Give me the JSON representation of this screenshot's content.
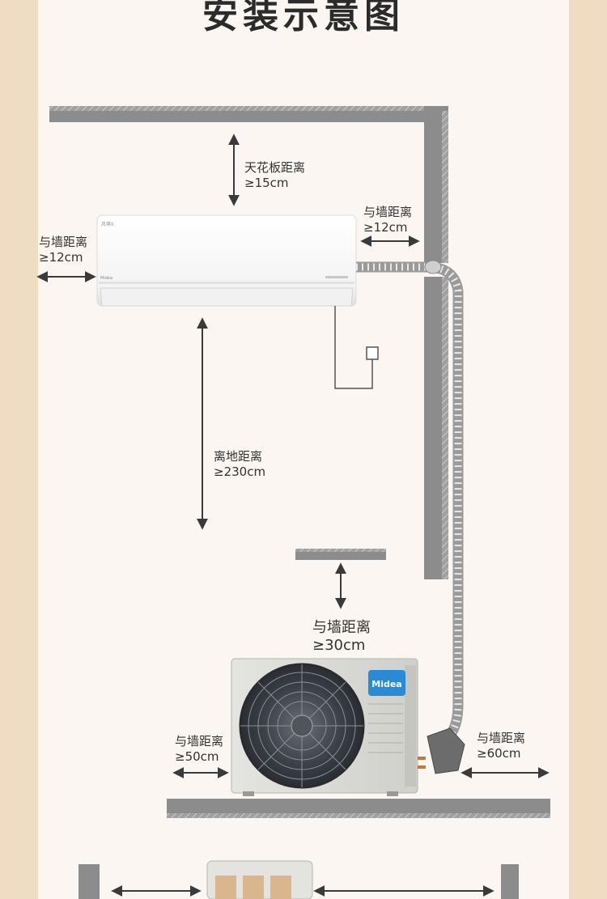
{
  "title": "安装示意图",
  "brand": "Midea",
  "indoor_unit": {
    "model_label": "风尊II"
  },
  "labels": {
    "ceiling": {
      "line1": "天花板距离",
      "line2": "≥15cm"
    },
    "indoor_right_wall": {
      "line1": "与墙距离",
      "line2": "≥12cm"
    },
    "indoor_left_wall": {
      "line1": "与墙距离",
      "line2": "≥12cm"
    },
    "floor": {
      "line1": "离地距离",
      "line2": "≥230cm"
    },
    "outdoor_back_wall": {
      "line1": "与墙距离",
      "line2": "≥30cm"
    },
    "outdoor_left": {
      "line1": "与墙距离",
      "line2": "≥50cm"
    },
    "outdoor_right": {
      "line1": "与墙距离",
      "line2": "≥60cm"
    }
  },
  "colors": {
    "background": "#efdcc2",
    "panel": "#fbf6f1",
    "wall": "#8c8c8c",
    "text": "#333333",
    "midea_blue": "#2a8ad6"
  }
}
